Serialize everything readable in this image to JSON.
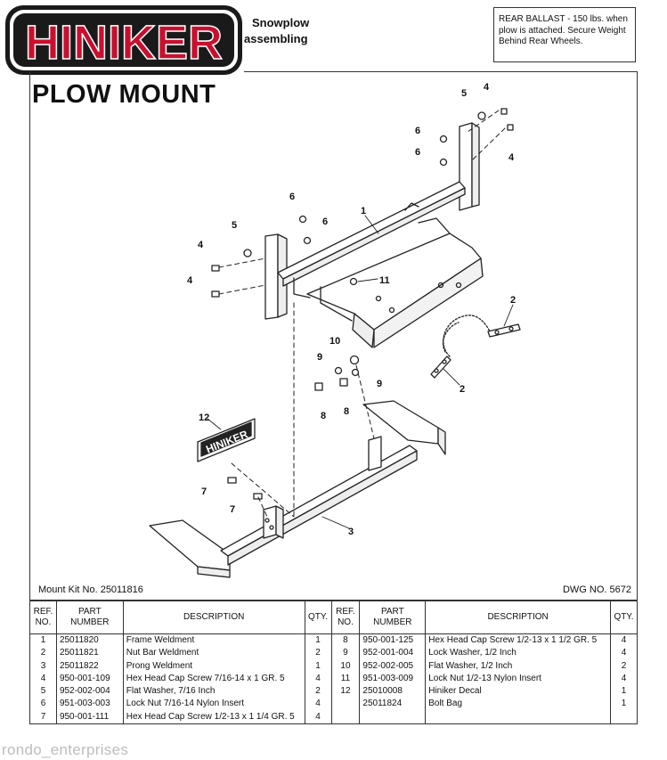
{
  "header": {
    "brand": "HINIKER",
    "subtitle": "PLOW MOUNT",
    "title_line1": "Snowplow",
    "title_line2": "assembling",
    "ballast_note": "REAR BALLAST - 150 lbs. when plow is attached. Secure Weight Behind Rear Wheels."
  },
  "drawing": {
    "decal_text": "HINIKER",
    "callouts": [
      "1",
      "2",
      "2",
      "3",
      "4",
      "4",
      "4",
      "4",
      "5",
      "5",
      "6",
      "6",
      "6",
      "6",
      "7",
      "7",
      "8",
      "8",
      "9",
      "9",
      "10",
      "11",
      "12"
    ]
  },
  "footer": {
    "mount_kit": "Mount Kit No. 25011816",
    "dwg_no": "DWG NO. 5672"
  },
  "table": {
    "headers": [
      "REF. NO.",
      "PART NUMBER",
      "DESCRIPTION",
      "QTY.",
      "REF. NO.",
      "PART NUMBER",
      "DESCRIPTION",
      "QTY."
    ],
    "rows": [
      [
        "1",
        "25011820",
        "Frame Weldment",
        "1",
        "8",
        "950-001-125",
        "Hex Head Cap Screw 1/2-13 x 1 1/2 GR. 5",
        "4"
      ],
      [
        "2",
        "25011821",
        "Nut Bar Weldment",
        "2",
        "9",
        "952-001-004",
        "Lock Washer, 1/2 Inch",
        "4"
      ],
      [
        "3",
        "25011822",
        "Prong Weldment",
        "1",
        "10",
        "952-002-005",
        "Flat Washer, 1/2 Inch",
        "2"
      ],
      [
        "4",
        "950-001-109",
        "Hex Head Cap Screw 7/16-14 x 1 GR. 5",
        "4",
        "11",
        "951-003-009",
        "Lock Nut 1/2-13 Nylon Insert",
        "4"
      ],
      [
        "5",
        "952-002-004",
        "Flat Washer, 7/16 Inch",
        "2",
        "12",
        "25010008",
        "Hiniker Decal",
        "1"
      ],
      [
        "6",
        "951-003-003",
        "Lock Nut 7/16-14 Nylon Insert",
        "4",
        "",
        "25011824",
        "Bolt Bag",
        "1"
      ],
      [
        "7",
        "950-001-111",
        "Hex Head Cap Screw 1/2-13 x 1 1/4 GR. 5",
        "4",
        "",
        "",
        "",
        ""
      ]
    ]
  },
  "watermark": "rondo_enterprises",
  "colors": {
    "logo_red": "#c8102e",
    "logo_frame": "#1a1a1a",
    "line": "#222222"
  }
}
